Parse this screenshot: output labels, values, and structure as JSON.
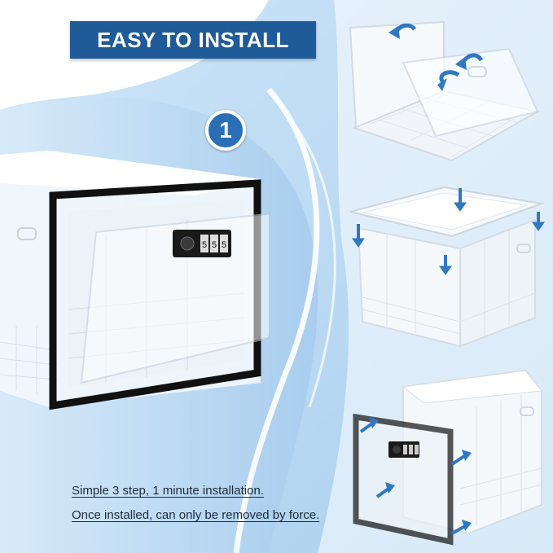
{
  "banner": {
    "title": "EASY TO INSTALL"
  },
  "step_badge": {
    "number": "1"
  },
  "lock": {
    "digits": [
      "5",
      "5",
      "5"
    ]
  },
  "captions": [
    "Simple 3 step, 1 minute installation.",
    "Once installed, can only be removed by force."
  ],
  "colors": {
    "banner": "#1f5b99",
    "badge": "#2a6fb5",
    "background_blue": "#b9d9f3",
    "arrow_blue": "#2f78c2",
    "door_frame": "#111111"
  }
}
